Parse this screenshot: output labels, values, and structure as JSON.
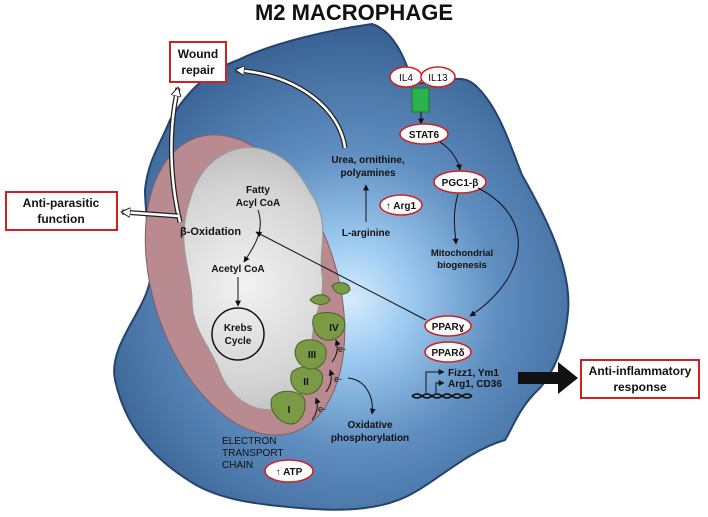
{
  "title": "M2 MACROPHAGE",
  "outputs": {
    "wound_repair": [
      "Wound",
      "repair"
    ],
    "anti_parasitic": [
      "Anti-parasitic",
      "function"
    ],
    "anti_inflammatory": [
      "Anti-inflammatory",
      "response"
    ]
  },
  "receptors": {
    "il4": "IL4",
    "il13": "IL13"
  },
  "signaling": {
    "stat6": "STAT6",
    "pgc1b": "PGC1-β",
    "biogenesis": [
      "Mitochondrial",
      "biogenesis"
    ],
    "ppar_gamma": "PPARɣ",
    "ppar_delta": "PPARδ",
    "genes": [
      "Fizz1, Ym1",
      "Arg1, CD36"
    ]
  },
  "arginine": {
    "products": [
      "Urea, ornithine,",
      "polyamines"
    ],
    "arg1": "↑ Arg1",
    "substrate": "L-arginine"
  },
  "mitochondrion": {
    "fatty_acyl": [
      "Fatty",
      "Acyl CoA"
    ],
    "beta_oxidation": "β-Oxidation",
    "acetyl_coa": "Acetyl CoA",
    "krebs": [
      "Krebs",
      "Cycle"
    ]
  },
  "etc": {
    "complexes": [
      "I",
      "II",
      "III",
      "IV"
    ],
    "electron": "e-",
    "label": [
      "ELECTRON",
      "TRANSPORT",
      "CHAIN"
    ],
    "oxphos": [
      "Oxidative",
      "phosphorylation"
    ],
    "atp": "↑ ATP"
  },
  "colors": {
    "cell_dark": "#2c4f7e",
    "cell_light": "#cfe8fb",
    "mito_outer": "#b98a8f",
    "mito_inner": "#d2d2d2",
    "complex_green": "#7a9a45",
    "receptor_green": "#2bb24c",
    "outline_red": "#d02020"
  }
}
